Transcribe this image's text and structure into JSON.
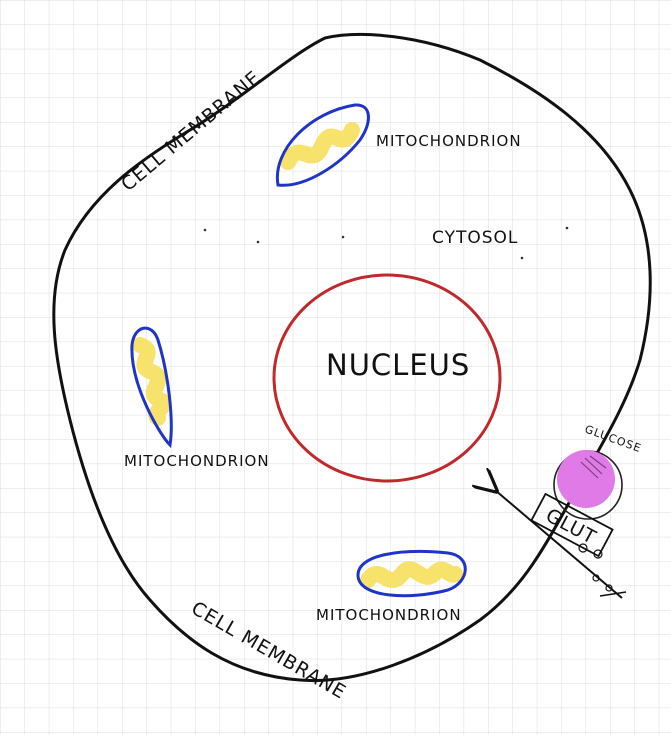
{
  "labels": {
    "membrane_top": "CELL MEMBRANE",
    "membrane_bottom": "CELL MEMBRANE",
    "mito_top": "MITOCHONDRION",
    "mito_left": "MITOCHONDRION",
    "mito_bottom": "MITOCHONDRION",
    "cytosol": "CYTOSOL",
    "nucleus": "NUCLEUS",
    "glucose": "GLUCOSE",
    "glut": "GLUT"
  },
  "colors": {
    "grid": "#dcdcdc",
    "membrane": "#111111",
    "nucleus": "#c0282b",
    "mito_outline": "#1f35c8",
    "mito_fill": "#f7e26b",
    "glucose": "#e07ae6"
  }
}
